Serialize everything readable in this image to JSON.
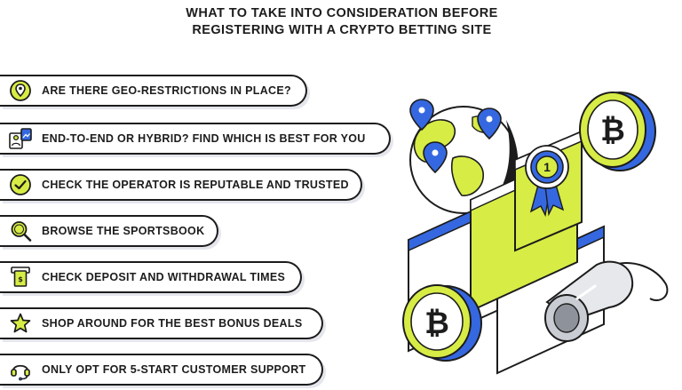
{
  "title": {
    "line1": "WHAT TO TAKE INTO CONSIDERATION BEFORE",
    "line2": "REGISTERING WITH A CRYPTO BETTING SITE"
  },
  "items": [
    {
      "label": "ARE THERE GEO-RESTRICTIONS IN PLACE?",
      "icon": "geo-pin-icon"
    },
    {
      "label": "END-TO-END OR HYBRID? FIND WHICH IS BEST FOR YOU",
      "icon": "user-image-icon"
    },
    {
      "label": "CHECK THE OPERATOR IS REPUTABLE AND TRUSTED",
      "icon": "check-circle-icon"
    },
    {
      "label": "BROWSE THE SPORTSBOOK",
      "icon": "magnifier-icon"
    },
    {
      "label": "CHECK DEPOSIT AND WITHDRAWAL TIMES",
      "icon": "atm-cash-icon"
    },
    {
      "label": "SHOP AROUND FOR THE BEST BONUS DEALS",
      "icon": "star-icon"
    },
    {
      "label": "ONLY OPT FOR 5-START CUSTOMER SUPPORT",
      "icon": "headset-icon"
    }
  ],
  "illustration": {
    "badge_number": "1"
  },
  "colors": {
    "accent_lime": "#d7ec45",
    "accent_blue": "#3568e0",
    "outline": "#1c1c1c",
    "pill_bg": "#ffffff"
  }
}
